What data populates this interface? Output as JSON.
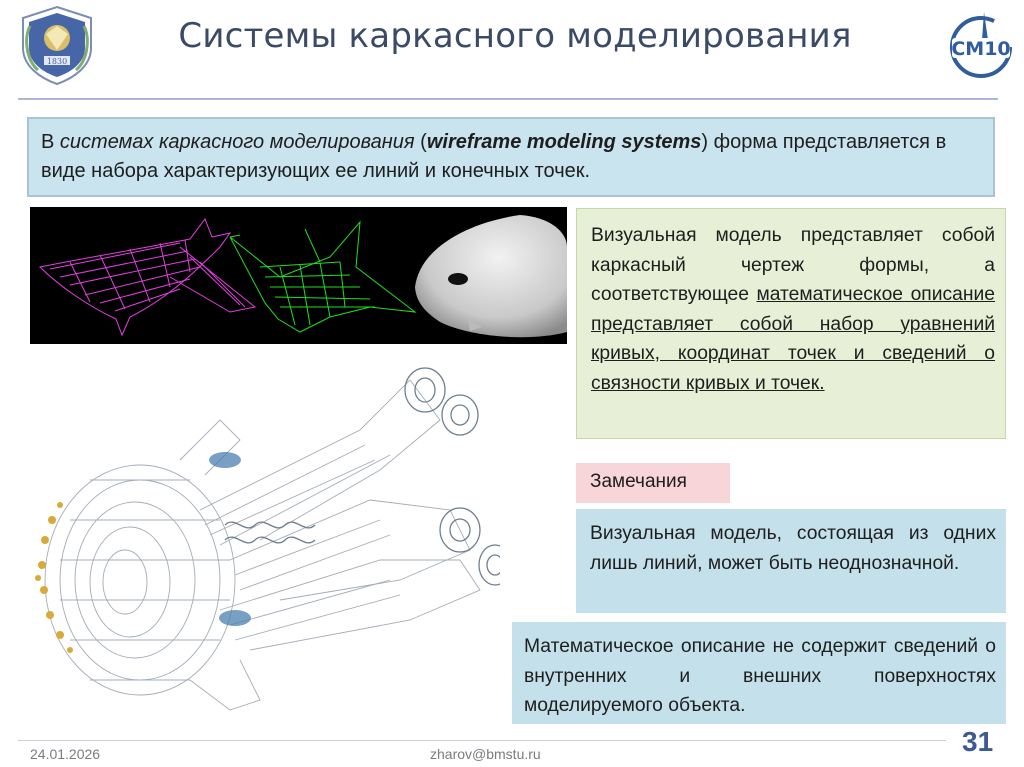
{
  "slide": {
    "title": "Системы каркасного моделирования",
    "intro": {
      "part1": "В ",
      "term_ru": "системах каркасного моделирования",
      "part2": " (",
      "term_en": "wireframe modeling systems",
      "part3": ") форма представляется в виде набора характеризующих ее линий и конечных точек."
    },
    "visual_box": {
      "plain": "Визуальная модель представляет собой каркасный чертеж формы, а соответствующее ",
      "underlined": "математическое описание представляет собой набор уравнений кривых, координат точек и сведений о связности кривых и точек."
    },
    "remarks_label": "Замечания",
    "remark1": "Визуальная модель, состоящая из одних лишь линий, может быть неоднозначной.",
    "remark2": "Математическое описание не содержит сведений о внутренних и внешних поверхностях моделируемого объекта.",
    "crest_year": "1830",
    "logo_text": "СМ10"
  },
  "footer": {
    "date": "24.01.2026",
    "email": "zharov@bmstu.ru",
    "page": "31"
  },
  "colors": {
    "title": "#3b4a67",
    "intro_bg": "#c9e3ef",
    "visual_bg": "#e7f0d6",
    "remarks_bg": "#f7d5d8",
    "remark_bg": "#c4e0ea",
    "page_num": "#3d5a94",
    "wire_magenta": "#e43ee0",
    "wire_green": "#22dd22"
  }
}
